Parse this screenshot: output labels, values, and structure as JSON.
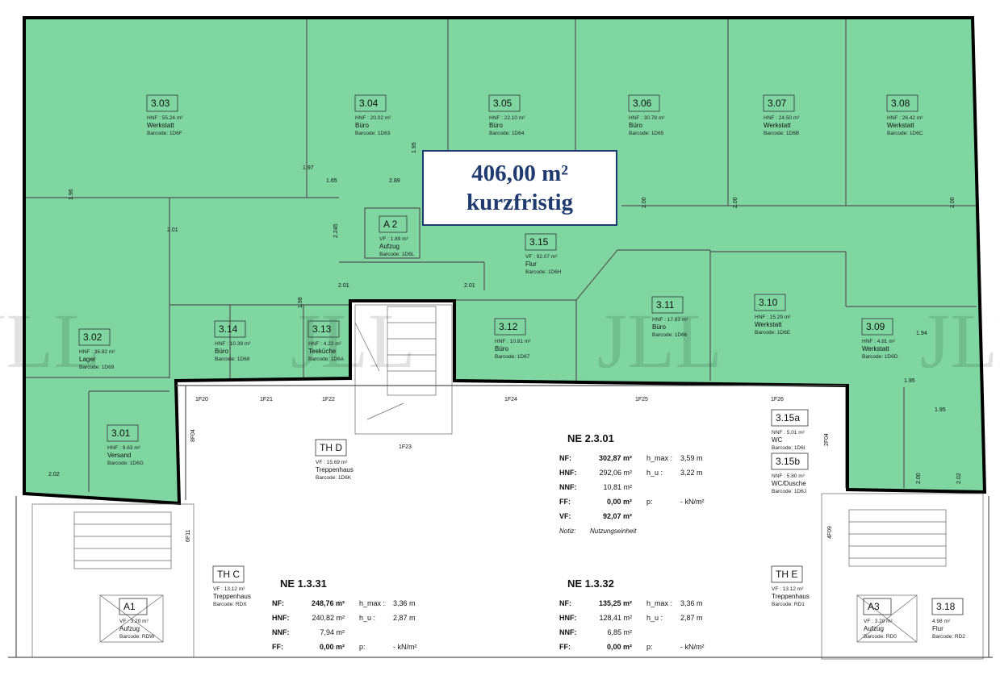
{
  "callout": {
    "area": "406,00 m²",
    "term": "kurzfristig"
  },
  "colors": {
    "highlight": "#7fd6a0",
    "outline": "#000000",
    "callout_text": "#1e3a6e"
  },
  "watermark": "JLL",
  "rooms": [
    {
      "id": "3.03",
      "line1": "HNF : 55.24 m²",
      "name": "Werkstatt",
      "barcode": "Barcode: 1D6F"
    },
    {
      "id": "3.04",
      "line1": "HNF : 20.02 m²",
      "name": "Büro",
      "barcode": "Barcode: 1D63"
    },
    {
      "id": "3.05",
      "line1": "HNF : 22.10 m²",
      "name": "Büro",
      "barcode": "Barcode: 1D64"
    },
    {
      "id": "3.06",
      "line1": "HNF : 30.78 m²",
      "name": "Büro",
      "barcode": "Barcode: 1D65"
    },
    {
      "id": "3.07",
      "line1": "HNF : 24.50 m²",
      "name": "Werkstatt",
      "barcode": "Barcode: 1D6B"
    },
    {
      "id": "3.08",
      "line1": "HNF : 26.42 m²",
      "name": "Werkstatt",
      "barcode": "Barcode: 1D6C"
    },
    {
      "id": "A 2",
      "line1": "VF : 1.89 m²",
      "name": "Aufzug",
      "barcode": "Barcode: 1D6L"
    },
    {
      "id": "3.15",
      "line1": "VF : 92.07 m²",
      "name": "Flur",
      "barcode": "Barcode: 1D6H"
    },
    {
      "id": "3.02",
      "line1": "HNF : 36.82 m²",
      "name": "Lager",
      "barcode": "Barcode: 1D69"
    },
    {
      "id": "3.14",
      "line1": "HNF : 10.39 m²",
      "name": "Büro",
      "barcode": "Barcode: 1D68"
    },
    {
      "id": "3.13",
      "line1": "HNF : 4.22 m²",
      "name": "Teeküche",
      "barcode": "Barcode: 1D6A"
    },
    {
      "id": "3.12",
      "line1": "HNF : 10.81 m²",
      "name": "Büro",
      "barcode": "Barcode: 1D67"
    },
    {
      "id": "3.11",
      "line1": "HNF : 17.83 m²",
      "name": "Büro",
      "barcode": "Barcode: 1D66"
    },
    {
      "id": "3.10",
      "line1": "HNF : 15.29 m²",
      "name": "Werkstatt",
      "barcode": "Barcode: 1D6E"
    },
    {
      "id": "3.09",
      "line1": "HNF : 4.81 m²",
      "name": "Werkstatt",
      "barcode": "Barcode: 1D6D"
    },
    {
      "id": "3.01",
      "line1": "HNF : 9.63 m²",
      "name": "Versand",
      "barcode": "Barcode: 1D6G"
    },
    {
      "id": "3.15a",
      "line1": "NNF : 5.01 m²",
      "name": "WC",
      "barcode": "Barcode: 1D6I"
    },
    {
      "id": "3.15b",
      "line1": "NNF : 5.80 m²",
      "name": "WC/Dusche",
      "barcode": "Barcode: 1D6J"
    },
    {
      "id": "TH D",
      "line1": "VF : 15.69 m²",
      "name": "Treppenhaus",
      "barcode": "Barcode: 1D6K"
    },
    {
      "id": "TH C",
      "line1": "VF : 13.12 m²",
      "name": "Treppenhaus",
      "barcode": "Barcode: RDX"
    },
    {
      "id": "TH E",
      "line1": "VF : 13.12 m²",
      "name": "Treppenhaus",
      "barcode": "Barcode: RD1"
    },
    {
      "id": "A1",
      "line1": "VF : 3.20 m²",
      "name": "Aufzug",
      "barcode": "Barcode: RDW"
    },
    {
      "id": "A3",
      "line1": "VF : 3.20 m²",
      "name": "Aufzug",
      "barcode": "Barcode: RD0"
    },
    {
      "id": "3.18",
      "line1": "4.98 m²",
      "name": "Flur",
      "barcode": "Barcode: RD2"
    }
  ],
  "facade_labels": [
    "1F20",
    "1F21",
    "1F22",
    "1F23",
    "1F24",
    "1F25",
    "1F26",
    "8F04",
    "2F04",
    "6F11",
    "4F09"
  ],
  "dimensions": [
    "1.65",
    "2.89",
    "2.245",
    "1.96",
    "2.01",
    "2.01",
    "2.00",
    "2.00",
    "2.00",
    "1.98",
    "2.01",
    "1.97",
    "1.94",
    "1.95",
    "2.02",
    "2.02",
    "1.95",
    "2.00",
    "1.95"
  ],
  "tables": [
    {
      "title": "NE 2.3.01",
      "rows": [
        {
          "k": "NF:",
          "v": "302,87 m²",
          "h": "h_max :",
          "hv": "3,59 m"
        },
        {
          "k": "HNF:",
          "v": "292,06 m²",
          "h": "h_u :",
          "hv": "3,22 m"
        },
        {
          "k": "NNF:",
          "v": "10,81 m²",
          "h": "",
          "hv": ""
        },
        {
          "k": "FF:",
          "v": "0,00 m²",
          "h": "p:",
          "hv": "- kN/m²"
        },
        {
          "k": "VF:",
          "v": "92,07 m²",
          "h": "",
          "hv": ""
        }
      ],
      "note_k": "Notiz:",
      "note_v": "Nutzungseinheit"
    },
    {
      "title": "NE 1.3.31",
      "rows": [
        {
          "k": "NF:",
          "v": "248,76 m²",
          "h": "h_max :",
          "hv": "3,36 m"
        },
        {
          "k": "HNF:",
          "v": "240,82 m²",
          "h": "h_u :",
          "hv": "2,87 m"
        },
        {
          "k": "NNF:",
          "v": "7,94 m²",
          "h": "",
          "hv": ""
        },
        {
          "k": "FF:",
          "v": "0,00 m²",
          "h": "p:",
          "hv": "- kN/m²"
        }
      ]
    },
    {
      "title": "NE 1.3.32",
      "rows": [
        {
          "k": "NF:",
          "v": "135,25 m²",
          "h": "h_max :",
          "hv": "3,36 m"
        },
        {
          "k": "HNF:",
          "v": "128,41 m²",
          "h": "h_u :",
          "hv": "2,87 m"
        },
        {
          "k": "NNF:",
          "v": "6,85 m²",
          "h": "",
          "hv": ""
        },
        {
          "k": "FF:",
          "v": "0,00 m²",
          "h": "p:",
          "hv": "- kN/m²"
        }
      ]
    }
  ]
}
